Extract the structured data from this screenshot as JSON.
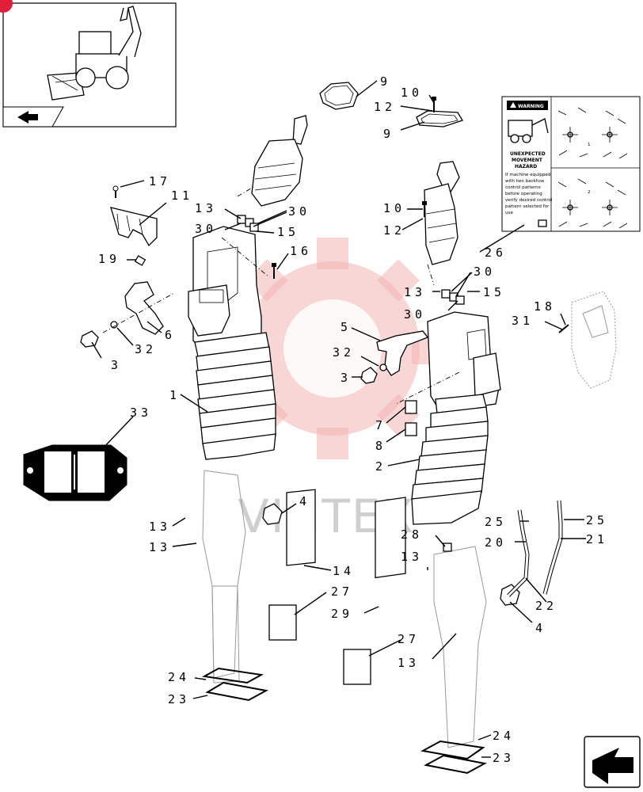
{
  "watermark": {
    "text": "VIHTEX",
    "color": "#f4b4b4"
  },
  "badge_color": "#e0203a",
  "callouts": [
    {
      "id": "9a",
      "text": "9"
    },
    {
      "id": "10a",
      "text": "10"
    },
    {
      "id": "12a",
      "text": "12"
    },
    {
      "id": "9b",
      "text": "9"
    },
    {
      "id": "17",
      "text": "17"
    },
    {
      "id": "11",
      "text": "11"
    },
    {
      "id": "13a",
      "text": "13"
    },
    {
      "id": "30a",
      "text": "30"
    },
    {
      "id": "30b",
      "text": "30"
    },
    {
      "id": "15a",
      "text": "15"
    },
    {
      "id": "16",
      "text": "16"
    },
    {
      "id": "19",
      "text": "19"
    },
    {
      "id": "6",
      "text": "6"
    },
    {
      "id": "32a",
      "text": "32"
    },
    {
      "id": "3a",
      "text": "3"
    },
    {
      "id": "1",
      "text": "1"
    },
    {
      "id": "33",
      "text": "33"
    },
    {
      "id": "10b",
      "text": "10"
    },
    {
      "id": "12b",
      "text": "12"
    },
    {
      "id": "26",
      "text": "26"
    },
    {
      "id": "13b",
      "text": "13"
    },
    {
      "id": "30c",
      "text": "30"
    },
    {
      "id": "15b",
      "text": "15"
    },
    {
      "id": "30d",
      "text": "30"
    },
    {
      "id": "5",
      "text": "5"
    },
    {
      "id": "18",
      "text": "18"
    },
    {
      "id": "31",
      "text": "31"
    },
    {
      "id": "32b",
      "text": "32"
    },
    {
      "id": "3b",
      "text": "3"
    },
    {
      "id": "7",
      "text": "7"
    },
    {
      "id": "8",
      "text": "8"
    },
    {
      "id": "2",
      "text": "2"
    },
    {
      "id": "4a",
      "text": "4"
    },
    {
      "id": "13c",
      "text": "13"
    },
    {
      "id": "13d",
      "text": "13"
    },
    {
      "id": "14",
      "text": "14"
    },
    {
      "id": "27a",
      "text": "27"
    },
    {
      "id": "29",
      "text": "29"
    },
    {
      "id": "28",
      "text": "28"
    },
    {
      "id": "13e",
      "text": "13"
    },
    {
      "id": "25a",
      "text": "25"
    },
    {
      "id": "25b",
      "text": "25"
    },
    {
      "id": "20",
      "text": "20"
    },
    {
      "id": "21",
      "text": "21"
    },
    {
      "id": "22",
      "text": "22"
    },
    {
      "id": "4b",
      "text": "4"
    },
    {
      "id": "27b",
      "text": "27"
    },
    {
      "id": "13f",
      "text": "13"
    },
    {
      "id": "24a",
      "text": "24"
    },
    {
      "id": "23a",
      "text": "23"
    },
    {
      "id": "24b",
      "text": "24"
    },
    {
      "id": "23b",
      "text": "23"
    }
  ],
  "warning_decal": {
    "header": "WARNING",
    "title": [
      "UNEXPECTED",
      "MOVEMENT",
      "HAZARD"
    ],
    "body": [
      "If machine equipped",
      "with two backhoe",
      "control patterns",
      "before operating",
      "verify desired control",
      "pattern selected for",
      "use"
    ],
    "pattern_numbers": [
      "1",
      "2"
    ]
  }
}
